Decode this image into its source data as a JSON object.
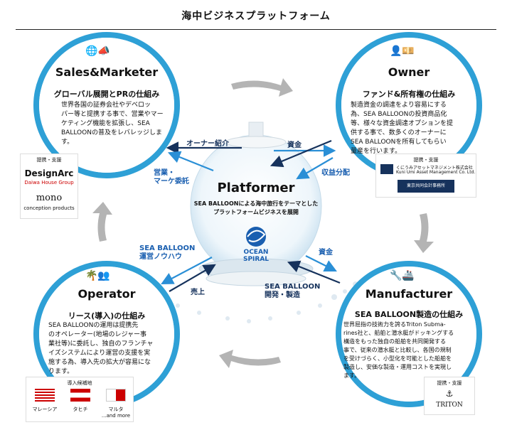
{
  "title": "海中ビジネスプラットフォーム",
  "center": {
    "title": "Platformer",
    "desc_line1": "SEA BALLOONによる海中旅行をテーマとした",
    "desc_line2": "プラットフォームビジネスを展開",
    "logo_line1": "OCEAN",
    "logo_line2": "SPIRAL"
  },
  "sales": {
    "heading": "Sales&Marketer",
    "sub": "グローバル展開とPRの仕組み",
    "lines": [
      "世界各国の証券会社やデベロッ",
      "パー等と提携する事で、営業やマー",
      "ケティング機能を拡張し、SEA",
      "BALLOONの普及をレバレッジしま",
      "す。"
    ],
    "partner_label": "提携・支援",
    "partner1": "DesignArc",
    "partner1_sub": "Daiwa House Group",
    "partner2": "mono",
    "partner2_sub": "conception products"
  },
  "owner": {
    "heading": "Owner",
    "sub": "ファンド&所有権の仕組み",
    "lines": [
      "製造資金の調達をより容易にする",
      "為、SEA BALLOONの投資商品化",
      "等、様々な資金調達オプションを提",
      "供する事で、数多くのオーナーに",
      "SEA BALLOONを所有してもらい",
      "量産を行います。"
    ],
    "partner_label": "提携・支援",
    "partner1": "くにうみアセットマネジメント株式会社",
    "partner1_sub": "Kuni Umi Asset Management Co. Ltd.",
    "partner2": "東京共同会計事務所"
  },
  "operator": {
    "heading": "Operator",
    "sub": "リース(導入)の仕組み",
    "lines": [
      "SEA BALLOONの運用は提携先",
      "のオペレーター(地場のレジャー事",
      "業社等)に委託し、独自のフランチャ",
      "イズシステムにより運営の支援を実",
      "施する為、導入先の拡大が容易にな",
      "ります。"
    ],
    "partner_label": "導入候補地",
    "flag1": "マレーシア",
    "flag2": "タヒチ",
    "flag3": "マルタ",
    "more": "...and more"
  },
  "manufacturer": {
    "heading": "Manufacturer",
    "sub": "SEA BALLOON製造の仕組み",
    "lines": [
      "世界屈指の技術力を誇るTriton Subma-",
      "rines社と、船舶と潜水艇がドッキングする",
      "構造をもった独自の船舶を共同開発する",
      "事で、従来の潜水艇と比較し、各国の規制",
      "を受けづらく、小型化を可能とした船舶を",
      "製造し、安価な製造・運用コストを実現し",
      "ます。"
    ],
    "partner_label": "提携・支援",
    "partner1": "TRITON"
  },
  "flows": {
    "owner_intro": "オーナー紹介",
    "funds_top": "資金",
    "revenue_share": "収益分配",
    "sales_label_1": "営業・",
    "sales_label_2": "マーケ委託",
    "op_label_1": "SEA BALLOON",
    "op_label_2": "運営ノウハウ",
    "sales_revenue": "売上",
    "funds_bottom": "資金",
    "dev_1": "SEA BALLOON",
    "dev_2": "開発・製造"
  },
  "colors": {
    "ring": "#2ea0d6",
    "arrow_light": "#2a8fd6",
    "arrow_dark": "#16325c",
    "gray_arrow": "#b4b4b4"
  }
}
